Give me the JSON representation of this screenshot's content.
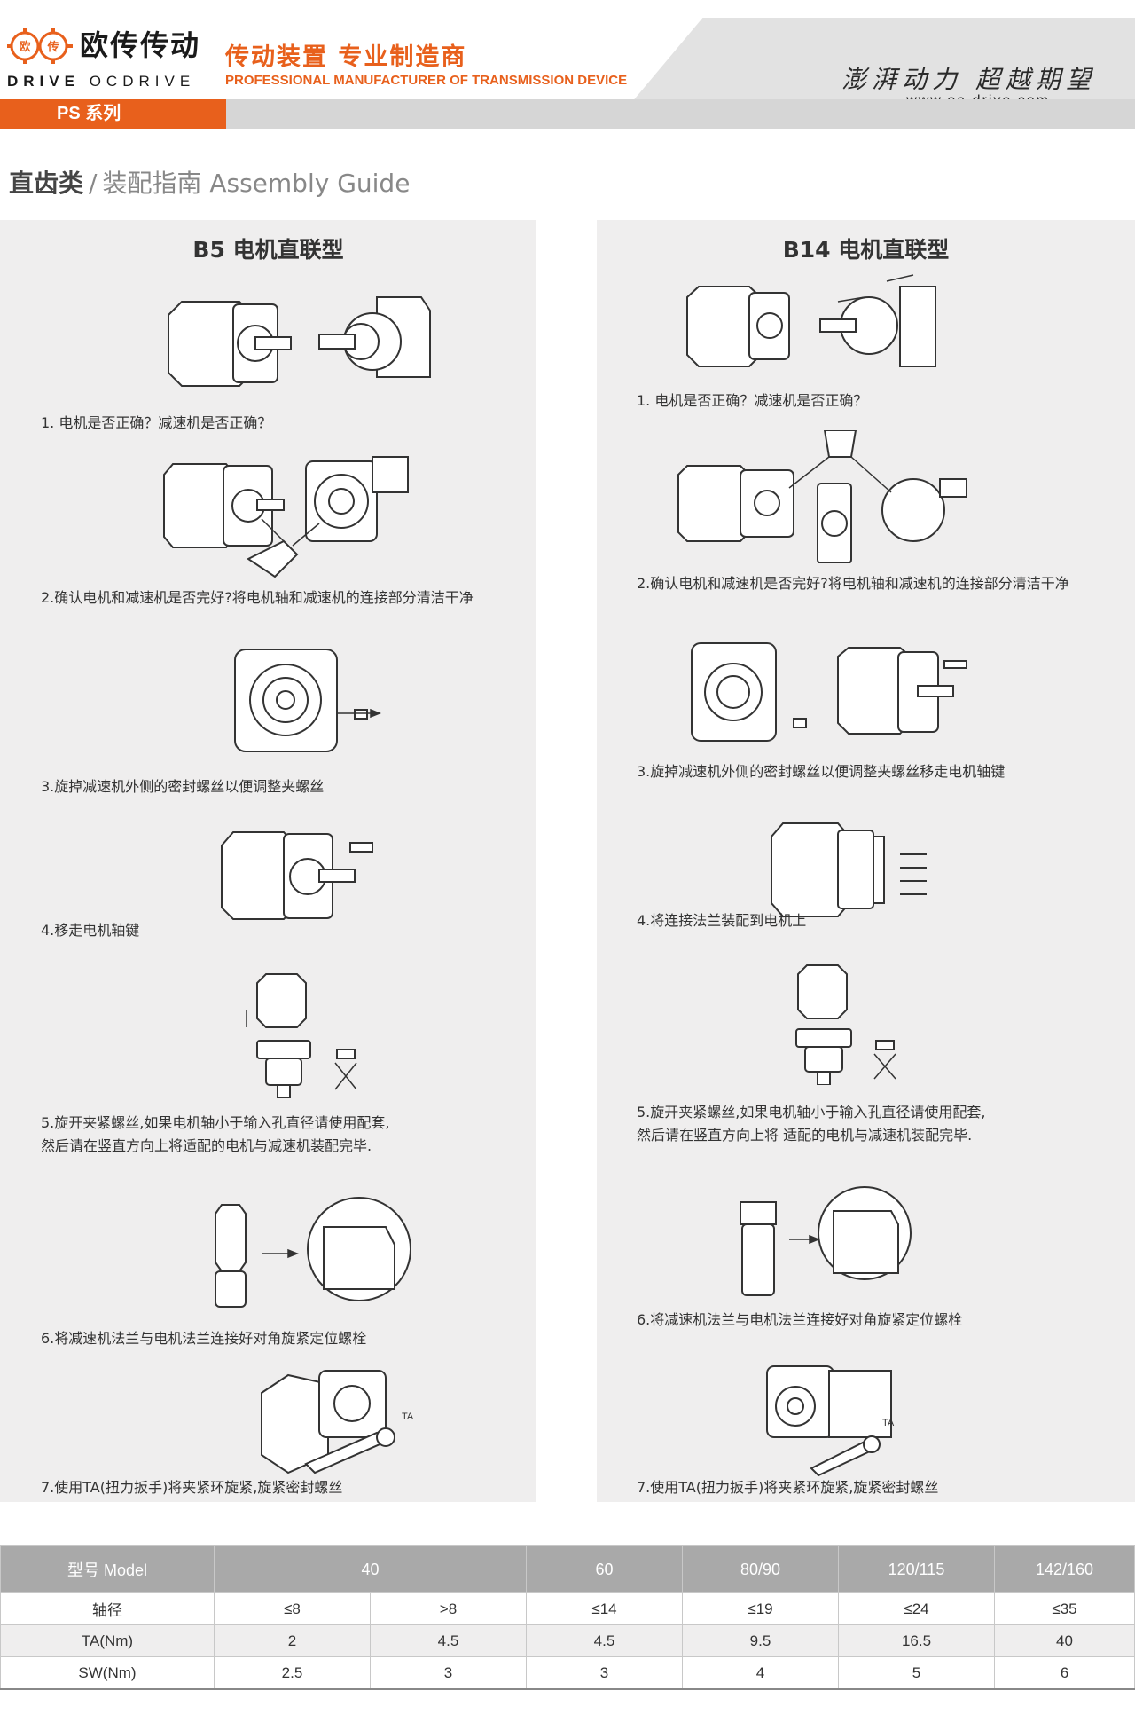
{
  "header": {
    "logo_cn": "欧传传动",
    "logo_en_prefix": "DRIVE",
    "logo_en_main": "OCDRIVE",
    "logo_badge_1": "欧",
    "logo_badge_2": "传",
    "tagline_cn": "传动装置 专业制造商",
    "tagline_en": "PROFESSIONAL MANUFACTURER OF TRANSMISSION DEVICE",
    "slogan": "澎湃动力 超越期望",
    "website": "www.oc-drive.com",
    "series": "PS 系列",
    "brand_color": "#e8601c"
  },
  "section": {
    "category": "直齿类",
    "subtitle": "装配指南 Assembly Guide"
  },
  "left": {
    "title": "B5 电机直联型",
    "steps": [
      "1. 电机是否正确？减速机是否正确？",
      "2.确认电机和减速机是否完好?将电机轴和减速机的连接部分清洁干净",
      "3.旋掉减速机外侧的密封螺丝以便调整夹螺丝",
      "4.移走电机轴键",
      "5.旋开夹紧螺丝,如果电机轴小于输入孔直径请使用配套,\n 然后请在竖直方向上将适配的电机与减速机装配完毕.",
      "6.将减速机法兰与电机法兰连接好对角旋紧定位螺栓",
      "7.使用TA(扭力扳手)将夹紧环旋紧,旋紧密封螺丝"
    ]
  },
  "right": {
    "title": "B14 电机直联型",
    "steps": [
      "1. 电机是否正确？减速机是否正确？",
      "2.确认电机和减速机是否完好?将电机轴和减速机的连接部分清洁干净",
      "3.旋掉减速机外侧的密封螺丝以便调整夹螺丝移走电机轴键",
      "4.将连接法兰装配到电机上",
      "5.旋开夹紧螺丝,如果电机轴小于输入孔直径请使用配套,\n然后请在竖直方向上将 适配的电机与减速机装配完毕.",
      "6.将减速机法兰与电机法兰连接好对角旋紧定位螺栓",
      "7.使用TA(扭力扳手)将夹紧环旋紧,旋紧密封螺丝"
    ]
  },
  "figure_labels": {
    "torque_mark": "TA"
  },
  "table": {
    "header": [
      "型号 Model",
      "40",
      "60",
      "80/90",
      "120/115",
      "142/160"
    ],
    "rows": [
      [
        "轴径",
        "≤8",
        ">8",
        "≤14",
        "≤19",
        "≤24",
        "≤35"
      ],
      [
        "TA(Nm)",
        "2",
        "4.5",
        "4.5",
        "9.5",
        "16.5",
        "40"
      ],
      [
        "SW(Nm)",
        "2.5",
        "3",
        "3",
        "4",
        "5",
        "6"
      ]
    ]
  }
}
